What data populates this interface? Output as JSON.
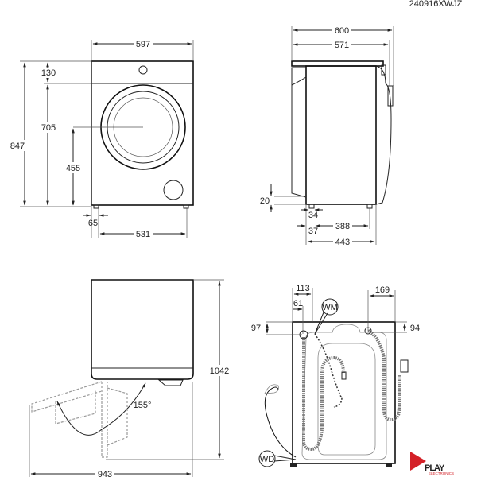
{
  "drawing_code": "240916XWJZ",
  "front_view": {
    "width": "597",
    "total_height": "847",
    "panel_height": "130",
    "height_to_panel": "705",
    "door_center_height": "455",
    "foot_offset": "65",
    "feet_spacing": "531"
  },
  "side_view": {
    "depth_total": "600",
    "depth_body": "571",
    "foot_height": "20",
    "foot_width": "34",
    "rear_foot_offset": "37",
    "feet_spacing": "388",
    "body_to_front_foot": "443"
  },
  "top_view": {
    "door_angle": "155°",
    "depth_door_open": "1042",
    "width_door_open": "943"
  },
  "rear_view": {
    "inlet_offset_x": "113",
    "drain_offset_x": "61",
    "power_offset_x": "169",
    "drain_offset_y": "97",
    "power_offset_y": "94",
    "label_water_main": "WM",
    "label_water_drain": "WD"
  },
  "logo": {
    "text": "PLAY",
    "subtext": "ELECTRONICS",
    "color": "#d42027"
  }
}
